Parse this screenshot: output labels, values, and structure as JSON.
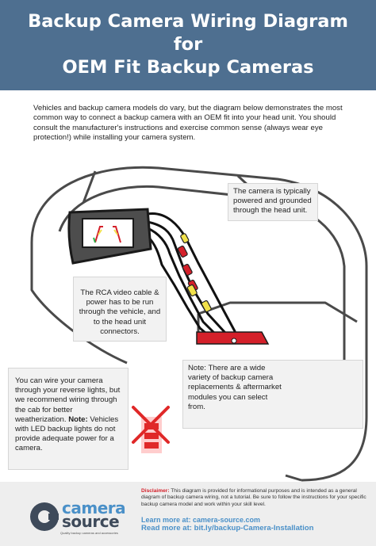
{
  "header": {
    "title_line1": "Backup Camera Wiring Diagram",
    "title_line2": "for",
    "title_line3": "OEM Fit Backup Cameras",
    "background_color": "#4e6f90"
  },
  "intro": "Vehicles and backup camera models do vary, but the diagram below demonstrates the most common way to connect a backup camera with an OEM fit into your head unit. You should consult the manufacturer's instructions and exercise common sense (always wear eye protection!) while installing your camera system.",
  "callouts": {
    "camera_power": "The camera is typically powered and grounded through the head unit.",
    "rca_cable": "The RCA video cable & power has to be  run through the vehicle, and to the head unit connectors.",
    "note_label": "Note:",
    "note_text": "There are a wide variety of backup camera replacements & aftermarket modules you can select from.",
    "lights_text": "You can wire your camera through your  reverse lights, but we recommend wiring through the cab for better weatherization.",
    "lights_note_label": "Note:",
    "lights_note_text": "Vehicles with LED backup lights do not provide adequate power for a camera."
  },
  "diagram_icons": [
    "car-outline",
    "head-unit-display",
    "rca-connector",
    "wire-harness",
    "backup-camera",
    "camera-module-round",
    "camera-module-handle",
    "backup-light",
    "x-mark"
  ],
  "colors": {
    "accent_blue": "#4a90c8",
    "red": "#d4202a",
    "connector_yellow": "#f2e24b",
    "dark": "#3e4a5a"
  },
  "footer": {
    "logo_word1": "camera",
    "logo_word2": "source",
    "logo_tagline": "Quality backup cameras and accessories",
    "disclaimer_label": "Disclaimer:",
    "disclaimer_text": "This diagram is provided for informational purposes and is intended as a general diagram of backup camera wiring, not a tutorial. Be sure to follow the instructions for your specific backup camera model and work within your skill level.",
    "learn_more": "Learn more at: camera-source.com",
    "read_more": "Read more at: bit.ly/backup-Camera-Installation"
  }
}
